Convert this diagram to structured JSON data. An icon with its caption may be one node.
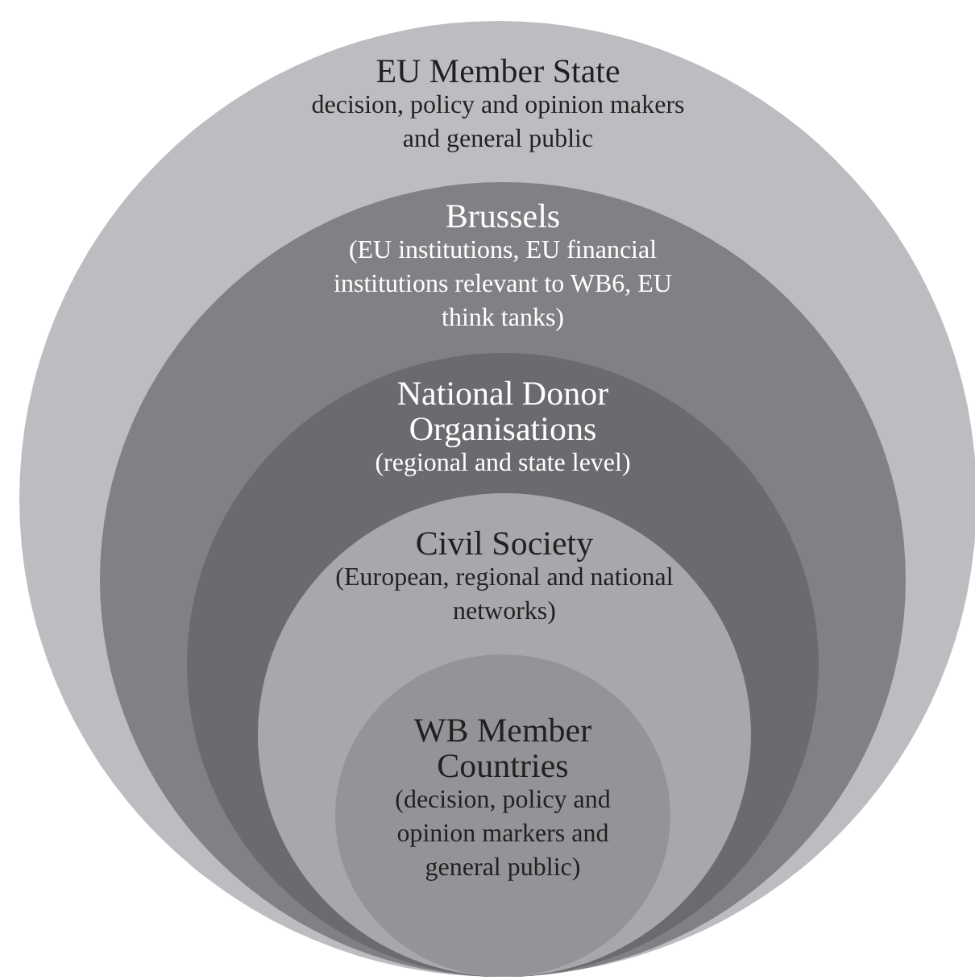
{
  "diagram": {
    "nodes": [
      {
        "text": [
          "EU Member State",
          "decision, policy and opinion makers and general public"
        ]
      },
      {
        "text": [
          "Brussels",
          "(EU institutions, EU financial institutions relevant to WB6, EU think tanks)"
        ],
        "in": 0
      },
      {
        "text": [
          "National Donor Organisations",
          "(regional and state level)"
        ],
        "in": 1
      },
      {
        "text": [
          "Civil Society",
          "(European, regional and national networks)"
        ],
        "in": 2
      },
      {
        "text": [
          "WB Member Countries",
          "(decision, policy and opinion markers and general public)"
        ],
        "in": 3
      }
    ]
  }
}
